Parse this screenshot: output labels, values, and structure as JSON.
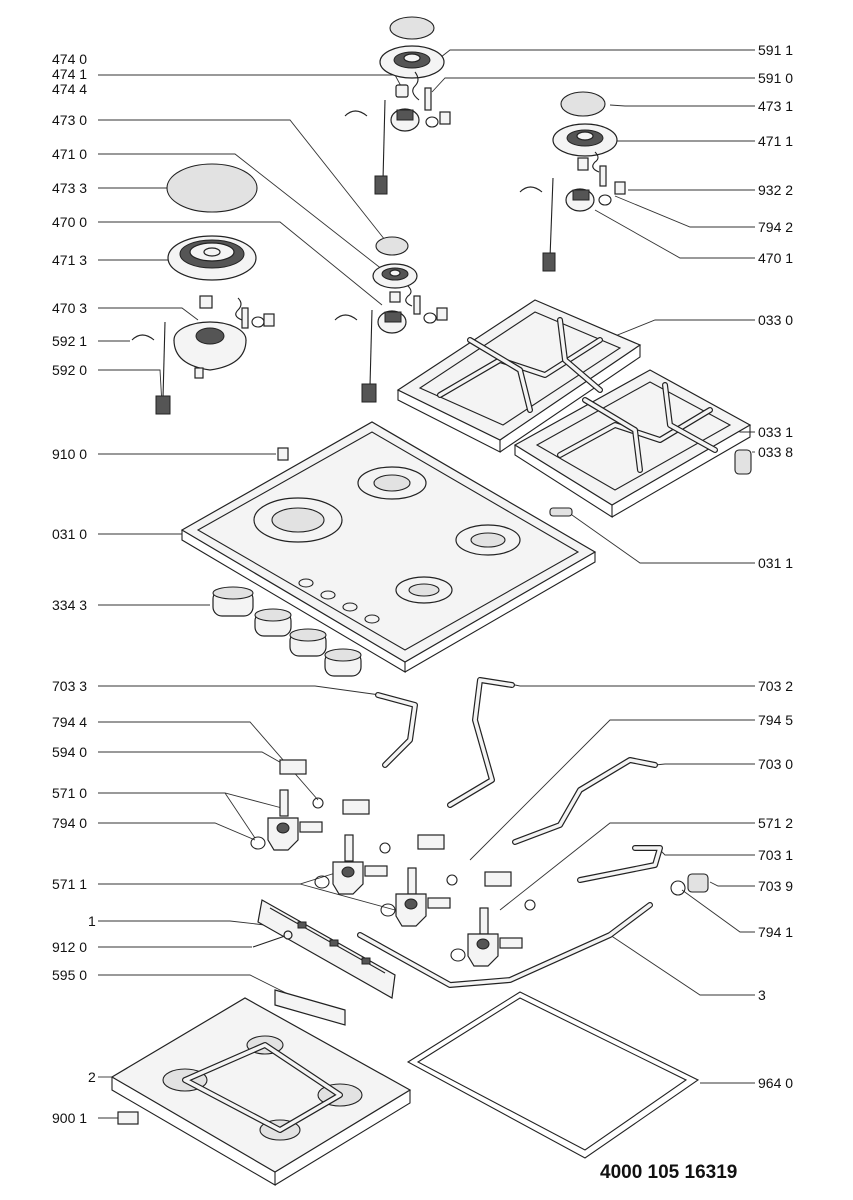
{
  "labels_left": [
    {
      "id": "4740",
      "text": "474 0"
    },
    {
      "id": "4741",
      "text": "474 1"
    },
    {
      "id": "4744",
      "text": "474 4"
    },
    {
      "id": "4730",
      "text": "473 0"
    },
    {
      "id": "4710",
      "text": "471 0"
    },
    {
      "id": "4733",
      "text": "473 3"
    },
    {
      "id": "4700",
      "text": "470 0"
    },
    {
      "id": "4713",
      "text": "471 3"
    },
    {
      "id": "4703",
      "text": "470 3"
    },
    {
      "id": "5921",
      "text": "592 1"
    },
    {
      "id": "5920",
      "text": "592 0"
    },
    {
      "id": "9100",
      "text": "910 0"
    },
    {
      "id": "0310",
      "text": "031 0"
    },
    {
      "id": "3343",
      "text": "334 3"
    },
    {
      "id": "7033",
      "text": "703 3"
    },
    {
      "id": "7944",
      "text": "794 4"
    },
    {
      "id": "5940",
      "text": "594 0"
    },
    {
      "id": "5710",
      "text": "571 0"
    },
    {
      "id": "7940",
      "text": "794 0"
    },
    {
      "id": "5711",
      "text": "571 1"
    },
    {
      "id": "n1",
      "text": "1"
    },
    {
      "id": "9120",
      "text": "912 0"
    },
    {
      "id": "5950",
      "text": "595 0"
    },
    {
      "id": "n2",
      "text": "2"
    },
    {
      "id": "9001",
      "text": "900 1"
    }
  ],
  "labels_right": [
    {
      "id": "5911",
      "text": "591 1"
    },
    {
      "id": "5910",
      "text": "591 0"
    },
    {
      "id": "4731",
      "text": "473 1"
    },
    {
      "id": "4711",
      "text": "471 1"
    },
    {
      "id": "9322",
      "text": "932 2"
    },
    {
      "id": "7942",
      "text": "794 2"
    },
    {
      "id": "4701",
      "text": "470 1"
    },
    {
      "id": "0330",
      "text": "033 0"
    },
    {
      "id": "0331",
      "text": "033 1"
    },
    {
      "id": "0338",
      "text": "033 8"
    },
    {
      "id": "0311",
      "text": "031 1"
    },
    {
      "id": "7032",
      "text": "703 2"
    },
    {
      "id": "7945",
      "text": "794 5"
    },
    {
      "id": "7030",
      "text": "703 0"
    },
    {
      "id": "5712",
      "text": "571 2"
    },
    {
      "id": "7031",
      "text": "703 1"
    },
    {
      "id": "7039",
      "text": "703 9"
    },
    {
      "id": "7941",
      "text": "794 1"
    },
    {
      "id": "n3",
      "text": "3"
    },
    {
      "id": "9640",
      "text": "964 0"
    }
  ],
  "document_number": "4000 105 16319"
}
